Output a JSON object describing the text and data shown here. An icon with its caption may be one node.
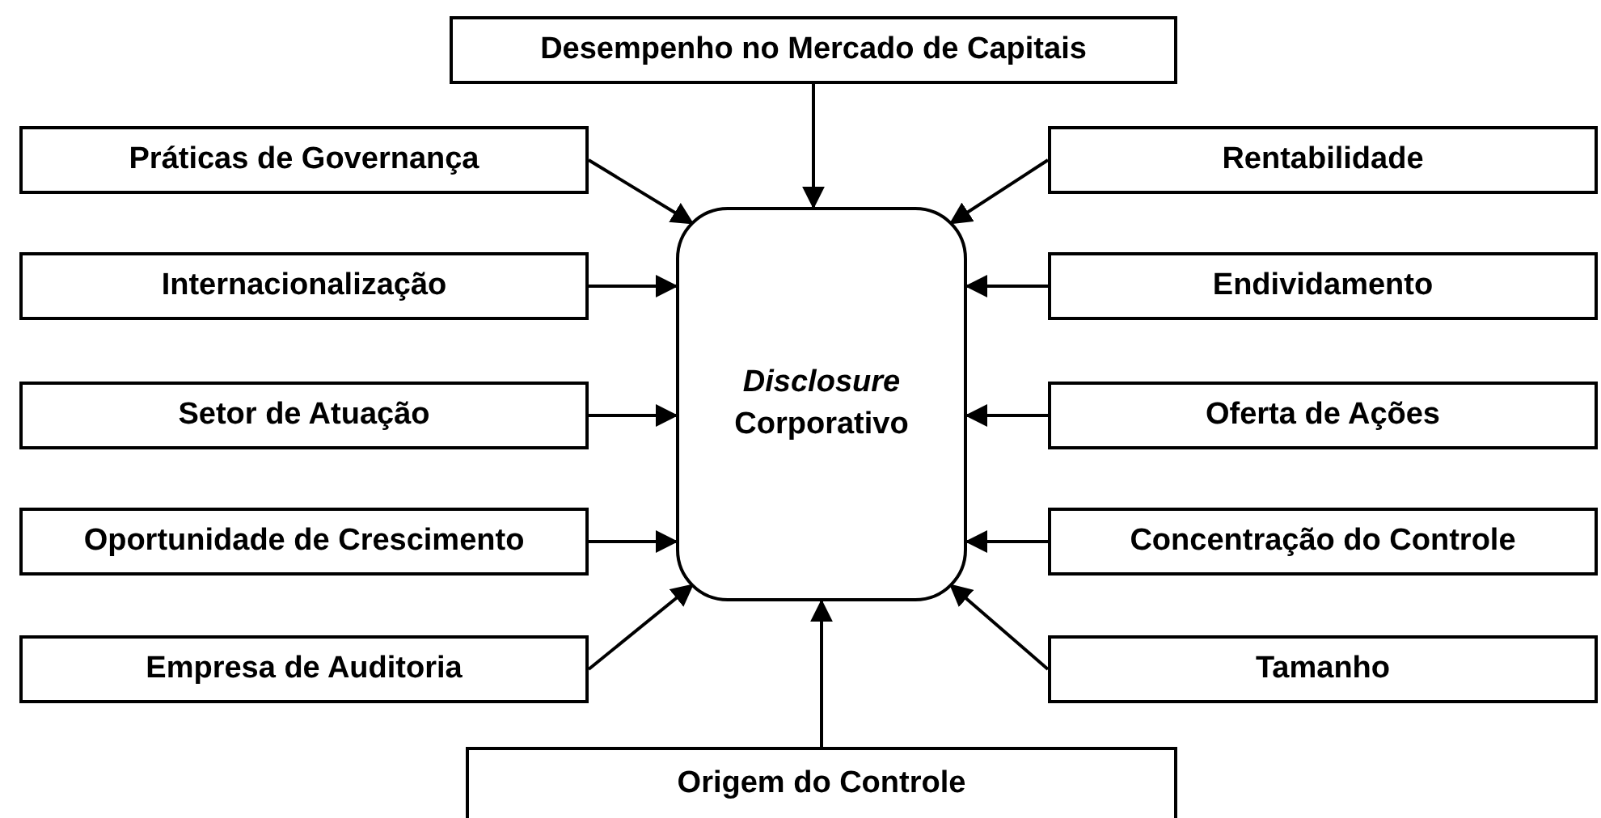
{
  "diagram": {
    "nodes": [
      {
        "text": [
          "Desempenho no Mercado de Capitais"
        ]
      },
      {
        "text": [
          "Práticas de Governança"
        ]
      },
      {
        "text": [
          "Rentabilidade"
        ]
      },
      {
        "text": [
          "*Disclosure* Corporativo"
        ]
      },
      {
        "text": [
          "Internacionalização"
        ]
      },
      {
        "text": [
          "Endividamento"
        ]
      },
      {
        "text": [
          "Setor de Atuação"
        ]
      },
      {
        "text": [
          "Oferta de Ações"
        ]
      },
      {
        "text": [
          "Oportunidade de Crescimento"
        ]
      },
      {
        "text": [
          "Concentração do Controle"
        ]
      },
      {
        "text": [
          "Empresa de Auditoria"
        ]
      },
      {
        "text": [
          "Tamanho"
        ]
      },
      {
        "text": [
          "Origem do Controle"
        ]
      }
    ],
    "edges": [
      {
        "from": 0,
        "to": 3,
        "arrow": "to"
      },
      {
        "from": 1,
        "to": 3,
        "arrow": "to"
      },
      {
        "from": 2,
        "to": 3,
        "arrow": "to"
      },
      {
        "from": 4,
        "to": 3,
        "arrow": "to"
      },
      {
        "from": 5,
        "to": 3,
        "arrow": "to"
      },
      {
        "from": 6,
        "to": 3,
        "arrow": "to"
      },
      {
        "from": 7,
        "to": 3,
        "arrow": "to"
      },
      {
        "from": 8,
        "to": 3,
        "arrow": "to"
      },
      {
        "from": 9,
        "to": 3,
        "arrow": "to"
      },
      {
        "from": 10,
        "to": 3,
        "arrow": "to"
      },
      {
        "from": 11,
        "to": 3,
        "arrow": "to"
      },
      {
        "from": 12,
        "to": 3,
        "arrow": "to"
      }
    ]
  }
}
